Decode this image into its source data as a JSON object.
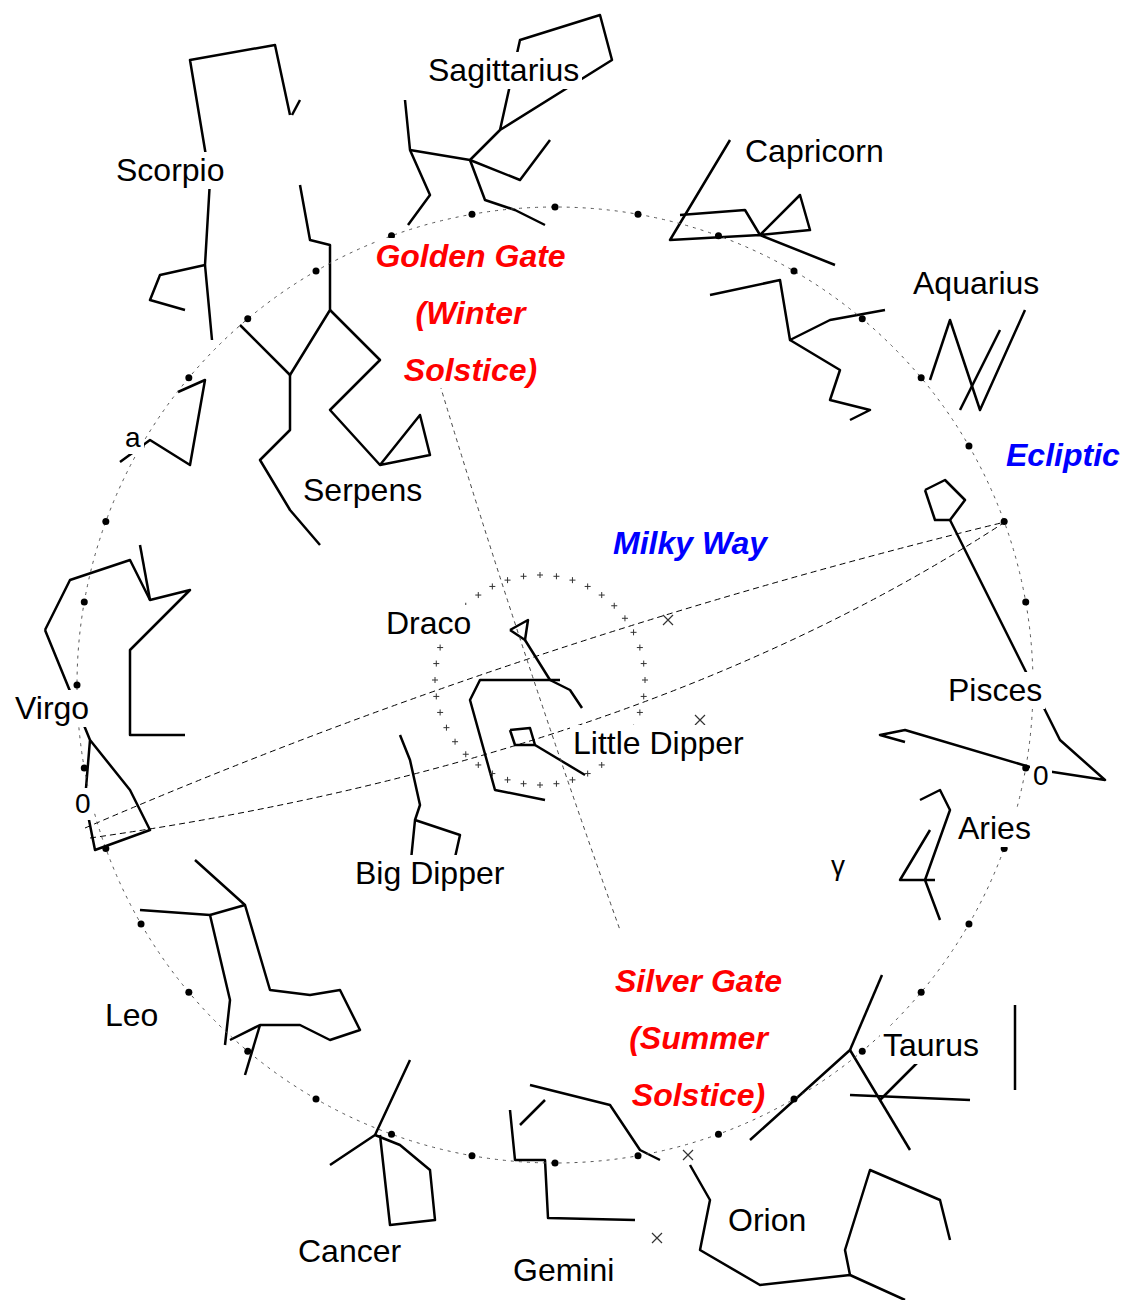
{
  "diagram": {
    "labels": [
      "Sagittarius",
      "Scorpio",
      "Capricorn",
      "Golden Gate (Winter Solstice)",
      "Aquarius",
      "Ecliptic",
      "a",
      "Serpens",
      "Milky Way",
      "Draco",
      "Virgo",
      "Little Dipper",
      "Pisces",
      "0",
      "0",
      "Aries",
      "γ",
      "Big Dipper",
      "Silver Gate (Summer Solstice)",
      "Taurus",
      "Leo",
      "Cancer",
      "Gemini",
      "Orion"
    ]
  }
}
